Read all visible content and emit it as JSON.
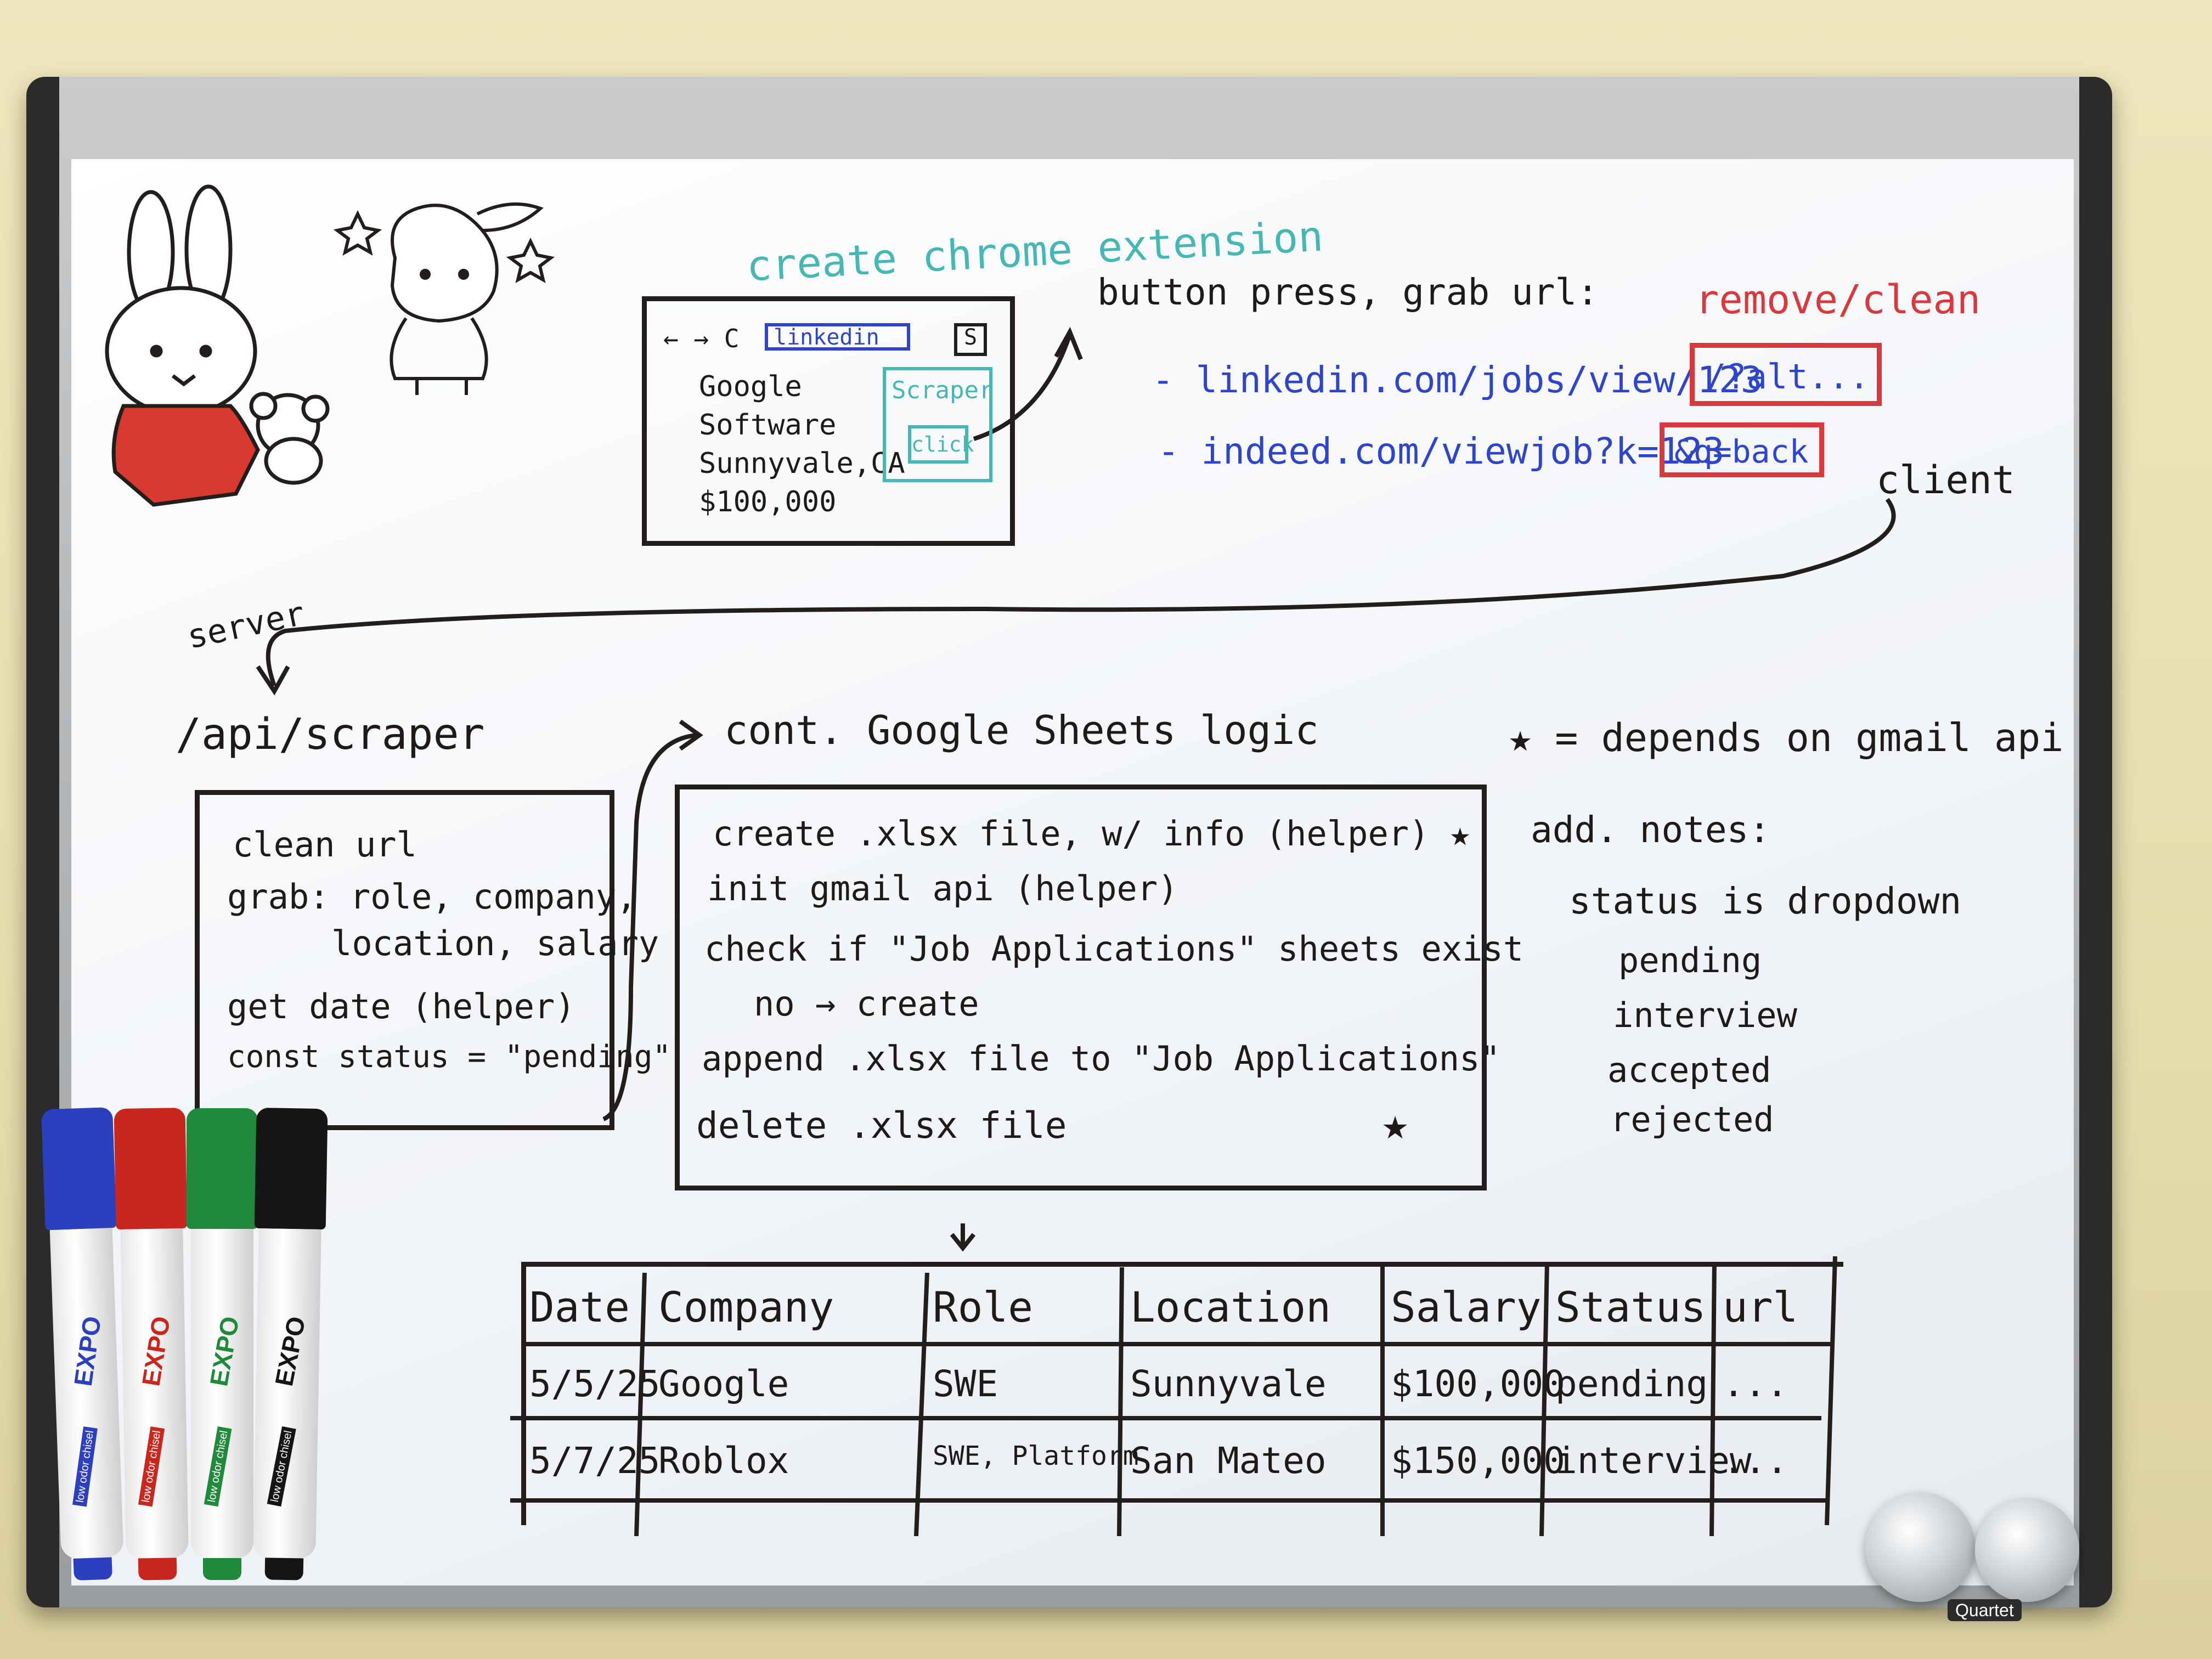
{
  "colors": {
    "ink": "#231d1b",
    "blue_ink": "#2f45c9",
    "red_ink": "#d9393c",
    "teal_ink": "#45b7b4",
    "bunny_dress": "#d83a2f"
  },
  "doodles": {
    "left": "bunny-with-bear-drawing",
    "right": "puppy-character-drawing"
  },
  "heading": "create chrome extension",
  "browser_mock": {
    "nav": "← → C",
    "tab": "linkedin",
    "ext_icon": "S",
    "lines": [
      "Google",
      "Software",
      "Sunnyvale,CA",
      "$100,000"
    ],
    "popup_title": "Scraper",
    "popup_button": "click"
  },
  "button_note": "button press, grab url:",
  "remove_label": "remove/clean",
  "urls": [
    {
      "base": "- linkedin.com/jobs/view/123",
      "remove": "/?alt..."
    },
    {
      "base": "- indeed.com/viewjob?k=123",
      "remove": "&q=back"
    }
  ],
  "client_label": "client",
  "server_label": "server",
  "api": {
    "title": "/api/scraper",
    "lines": [
      "clean url",
      "grab: role, company,",
      "location, salary",
      "get date (helper)",
      "const status = \"pending\""
    ]
  },
  "sheets": {
    "title": "cont. Google Sheets logic",
    "lines": [
      "create .xlsx file, w/ info (helper) ★",
      "init gmail api (helper)",
      "check if \"Job Applications\" sheets exist",
      "no → create",
      "append .xlsx file to \"Job Applications\"",
      "delete .xlsx file"
    ]
  },
  "star_note": "★ = depends on gmail api",
  "notes": {
    "title": "add. notes:",
    "line": "status is dropdown",
    "options": [
      "pending",
      "interview",
      "accepted",
      "rejected"
    ]
  },
  "table": {
    "headers": [
      "Date",
      "Company",
      "Role",
      "Location",
      "Salary",
      "Status",
      "url"
    ],
    "rows": [
      [
        "5/5/25",
        "Google",
        "SWE",
        "Sunnyvale",
        "$100,000",
        "pending",
        "..."
      ],
      [
        "5/7/25",
        "Roblox",
        "SWE, Platform",
        "San Mateo",
        "$150,000",
        "interview",
        "..."
      ]
    ]
  },
  "markers": [
    {
      "color": "#2b3fbf",
      "brand": "EXPO",
      "tag": "low odor chisel"
    },
    {
      "color": "#c9261d",
      "brand": "EXPO",
      "tag": "low odor chisel"
    },
    {
      "color": "#1f8a3c",
      "brand": "EXPO",
      "tag": "low odor chisel"
    },
    {
      "color": "#151515",
      "brand": "EXPO",
      "tag": "low odor chisel"
    }
  ],
  "board_brand": "Quartet"
}
